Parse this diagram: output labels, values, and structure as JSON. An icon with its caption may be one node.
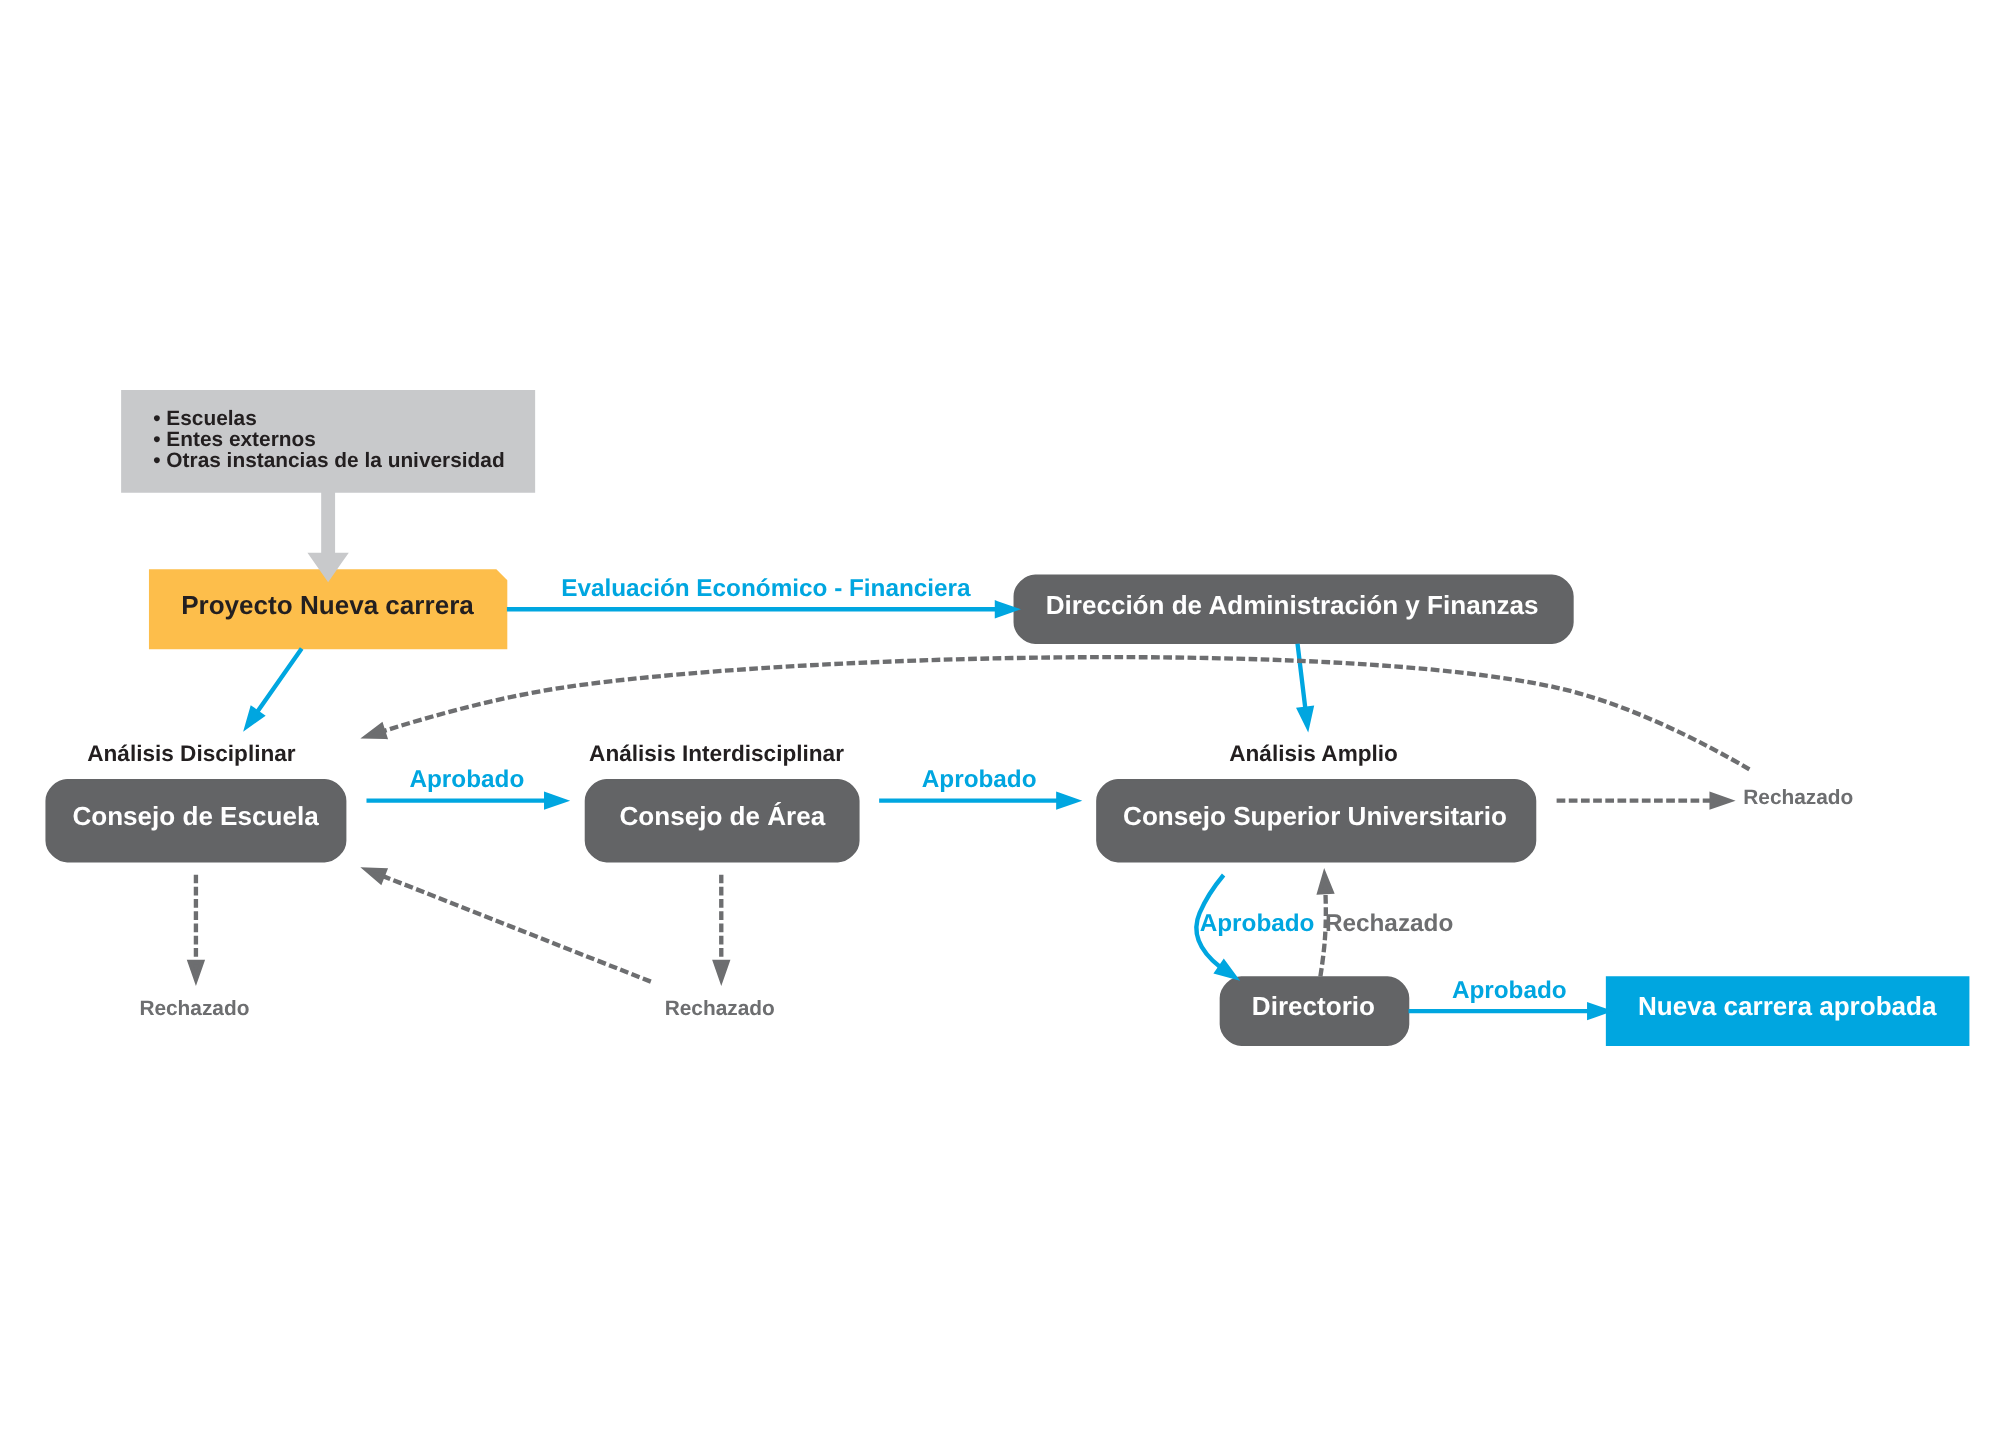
{
  "diagram": {
    "nodes": [
      {
        "text": [
          "• Escuelas",
          "• Entes externos",
          "• Otras instancias de la universidad"
        ]
      },
      {
        "text": [
          "Proyecto Nueva carrera"
        ]
      },
      {
        "text": [
          "Dirección de Administración y Finanzas"
        ]
      },
      {
        "text": [
          "Consejo de Escuela"
        ],
        "beside": [
          "Análisis Disciplinar"
        ]
      },
      {
        "text": [
          "Consejo de Área"
        ],
        "beside": [
          "Análisis Interdisciplinar"
        ]
      },
      {
        "text": [
          "Consejo Superior Universitario"
        ],
        "beside": [
          "Análisis Amplio"
        ]
      },
      {
        "text": [
          "Directorio"
        ]
      },
      {
        "text": [
          "Nueva carrera aprobada"
        ]
      },
      {
        "text": [
          "Rechazado"
        ]
      },
      {
        "text": [
          "Rechazado"
        ]
      },
      {
        "text": [
          "Rechazado"
        ]
      }
    ],
    "edges": [
      {
        "from": 0,
        "to": 1,
        "arrow": "to",
        "style": "thick",
        "color": "#c8c9cb"
      },
      {
        "from": 1,
        "to": 2,
        "arrow": "to",
        "label": "Evaluación Económico - Financiera",
        "color": "#00a6e0"
      },
      {
        "from": 1,
        "to": 3,
        "arrow": "to",
        "color": "#00a6e0"
      },
      {
        "from": 2,
        "to": 5,
        "arrow": "to",
        "color": "#00a6e0"
      },
      {
        "from": 3,
        "to": 4,
        "arrow": "to",
        "label": "Aprobado",
        "color": "#00a6e0"
      },
      {
        "from": 4,
        "to": 5,
        "arrow": "to",
        "label": "Aprobado",
        "color": "#00a6e0"
      },
      {
        "from": 5,
        "to": 6,
        "arrow": "to",
        "label": "Aprobado",
        "color": "#00a6e0"
      },
      {
        "from": 6,
        "to": 5,
        "arrow": "to",
        "label": "Rechazado",
        "style": "dashed",
        "color": "#6d6e70"
      },
      {
        "from": 6,
        "to": 7,
        "arrow": "to",
        "label": "Aprobado",
        "color": "#00a6e0"
      },
      {
        "from": 3,
        "to": 8,
        "arrow": "to",
        "style": "dashed",
        "color": "#6d6e70"
      },
      {
        "from": 4,
        "to": 9,
        "arrow": "to",
        "style": "dashed",
        "color": "#6d6e70"
      },
      {
        "from": 9,
        "to": 3,
        "arrow": "to",
        "style": "dashed",
        "color": "#6d6e70"
      },
      {
        "from": 5,
        "to": 10,
        "arrow": "to",
        "style": "dashed",
        "color": "#6d6e70"
      },
      {
        "from": 10,
        "to": 3,
        "arrow": "to",
        "style": "dashed",
        "color": "#6d6e70"
      }
    ]
  }
}
